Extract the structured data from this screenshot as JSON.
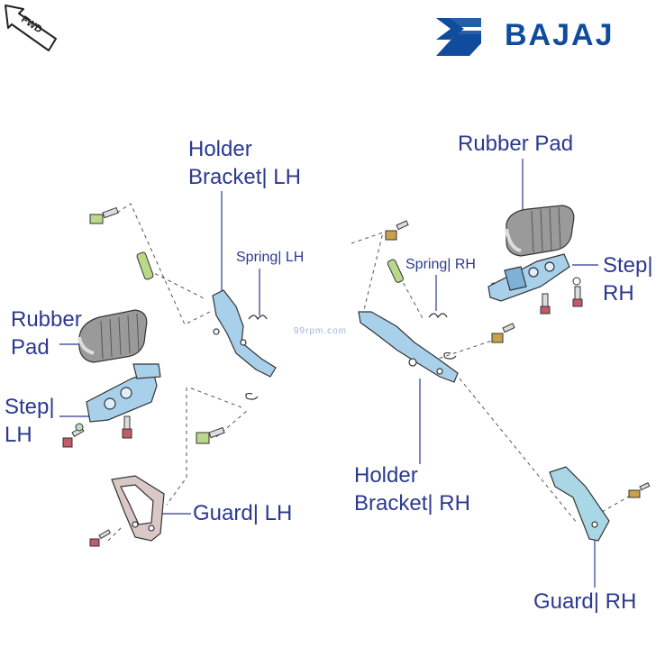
{
  "badge": {
    "text": "FWD",
    "icon": "fwd-arrow-icon"
  },
  "brand": {
    "name": "BAJAJ",
    "logo": "bajaj-logo-icon",
    "color": "#0f4c9c"
  },
  "watermark": {
    "text": "99rpm.com"
  },
  "labels": {
    "holder_bracket_lh_1": "Holder",
    "holder_bracket_lh_2": "Bracket| LH",
    "spring_lh": "Spring| LH",
    "rubber_pad_lh_1": "Rubber",
    "rubber_pad_lh_2": "Pad",
    "step_lh_1": "Step|",
    "step_lh_2": "LH",
    "guard_lh": "Guard| LH",
    "rubber_pad_rh": "Rubber Pad",
    "spring_rh": "Spring| RH",
    "step_rh_1": "Step|",
    "step_rh_2": "RH",
    "holder_bracket_rh_1": "Holder",
    "holder_bracket_rh_2": "Bracket| RH",
    "guard_rh": "Guard| RH"
  },
  "colors": {
    "label": "#2b3990",
    "part_blue": "#a9d0ea",
    "part_rubber": "#9a9a9a",
    "guard_lh": "#d9c8c6",
    "guard_rh": "#a9d7e6",
    "bolt_gold": "#c9a14a",
    "bolt_red": "#c25a6a",
    "bolt_green": "#b9d889"
  }
}
